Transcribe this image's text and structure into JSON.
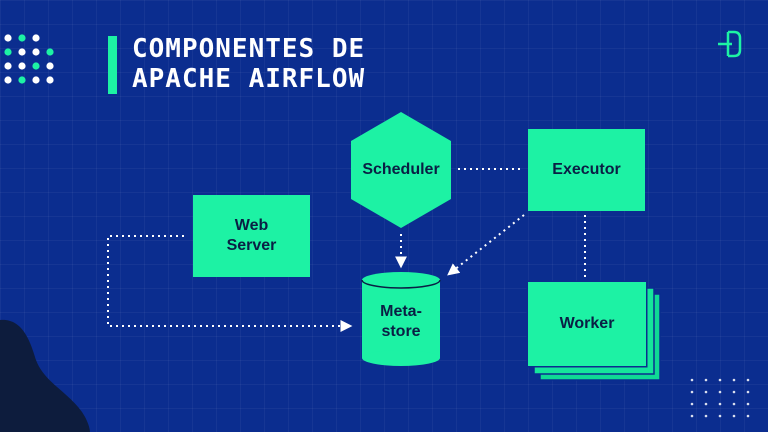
{
  "title": {
    "line1": "COMPONENTES DE",
    "line2": "APACHE AIRFLOW"
  },
  "nodes": {
    "scheduler": "Scheduler",
    "executor": "Executor",
    "webserver": "Web\nServer",
    "metastore": "Meta-\nstore",
    "worker": "Worker"
  },
  "colors": {
    "background": "#0b2d8f",
    "accent": "#1df2a4",
    "node_text": "#0a1f44",
    "dark_blob": "#0d1c3d"
  },
  "icons": {
    "logo": "airflow-logo-icon",
    "dots_top_left": "decorative-dots",
    "dots_bottom_right": "decorative-dots"
  }
}
